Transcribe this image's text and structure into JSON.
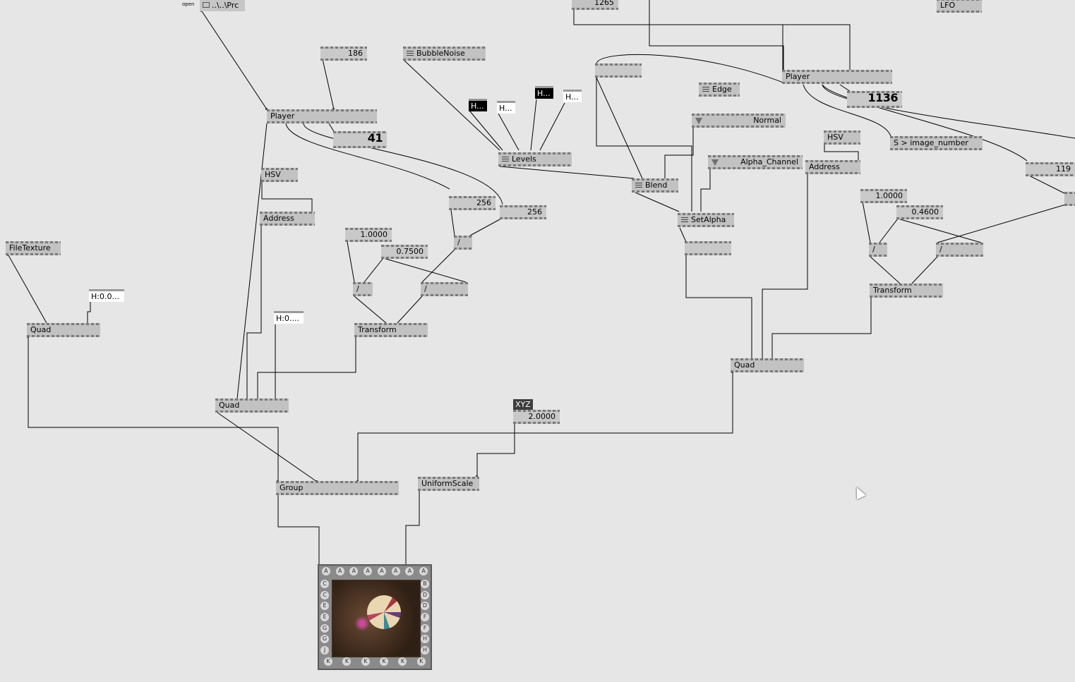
{
  "nodes": {
    "top_value": "1265",
    "lfo": "LFO",
    "path_open_label": "open",
    "path_value": "..\\..\\Prc",
    "value_186": "186",
    "bubble_noise": "BubbleNoise",
    "player_left": "Player",
    "player_left_value": "41",
    "hsv_left": "HSV",
    "address_left": "Address",
    "file_texture": "FileTexture",
    "color_h_left": "H:0.0...",
    "quad_left": "Quad",
    "color_h_mid": "H:0....",
    "quad_mid": "Quad",
    "val_1_left": "1.0000",
    "val_075": "0.7500",
    "div_a": "/",
    "div_b": "/",
    "transform_left": "Transform",
    "val_256_a": "256",
    "val_256_b": "256",
    "div_c": "/",
    "color_h1": "H...",
    "color_h2": "H...",
    "color_h3": "H...",
    "color_h4": "H...",
    "levels": "Levels",
    "blend": "Blend",
    "edge": "Edge",
    "normal": "Normal",
    "alpha_channel": "Alpha_Channel",
    "set_alpha": "SetAlpha",
    "player_right": "Player",
    "player_right_value": "1136",
    "hsv_right": "HSV",
    "address_right": "Address",
    "image_number": "S  >  image_number",
    "val_119": "119",
    "val_1_right": "1.0000",
    "val_046": "0.4600",
    "div_d": "/",
    "div_e": "/",
    "transform_right": "Transform",
    "quad_right": "Quad",
    "xyz_label": "XYZ",
    "uniform_value": "2.0000",
    "uniform_scale": "UniformScale",
    "group": "Group"
  },
  "renderer": {
    "top_keys": [
      "A",
      "A",
      "A",
      "A",
      "A",
      "A",
      "A",
      "A"
    ],
    "bottom_keys": [
      "K",
      "K",
      "K",
      "K",
      "K",
      "K"
    ],
    "left_keys": [
      "C",
      "C",
      "E",
      "E",
      "G",
      "G",
      "J"
    ],
    "right_keys": [
      "B",
      "D",
      "D",
      "F",
      "F",
      "H",
      "H"
    ]
  }
}
